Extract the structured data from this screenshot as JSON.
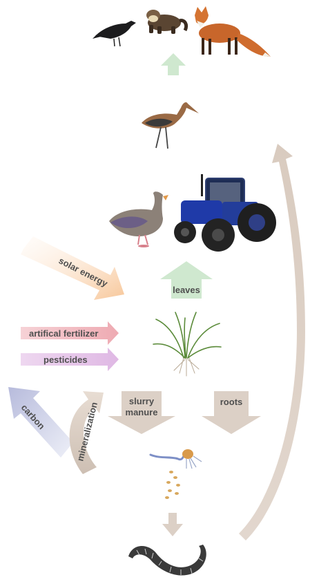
{
  "labels": {
    "solar_energy": "solar energy",
    "leaves": "leaves",
    "artificial_fertilizer": "artifical fertilizer",
    "pesticides": "pesticides",
    "carbon": "carbon",
    "mineralization": "mineralization",
    "slurry_line1": "slurry",
    "slurry_line2": "manure",
    "roots": "roots"
  },
  "colors": {
    "green_arrow": "#cfe8cf",
    "solar_arrow": "#f7c79a",
    "fertilizer_arrow": "#f2b8bf",
    "pesticide_arrow": "#e5c5e9",
    "carbon_arrow": "#c3c5e0",
    "beige_arrow": "#dcd0c6",
    "label_text": "#4f4f4f"
  },
  "icons": [
    "crow-icon",
    "marten-icon",
    "fox-icon",
    "godwit-icon",
    "goose-icon",
    "tractor-icon",
    "grass-icon",
    "microbes-icon",
    "seeds-icon",
    "earthworm-icon"
  ]
}
